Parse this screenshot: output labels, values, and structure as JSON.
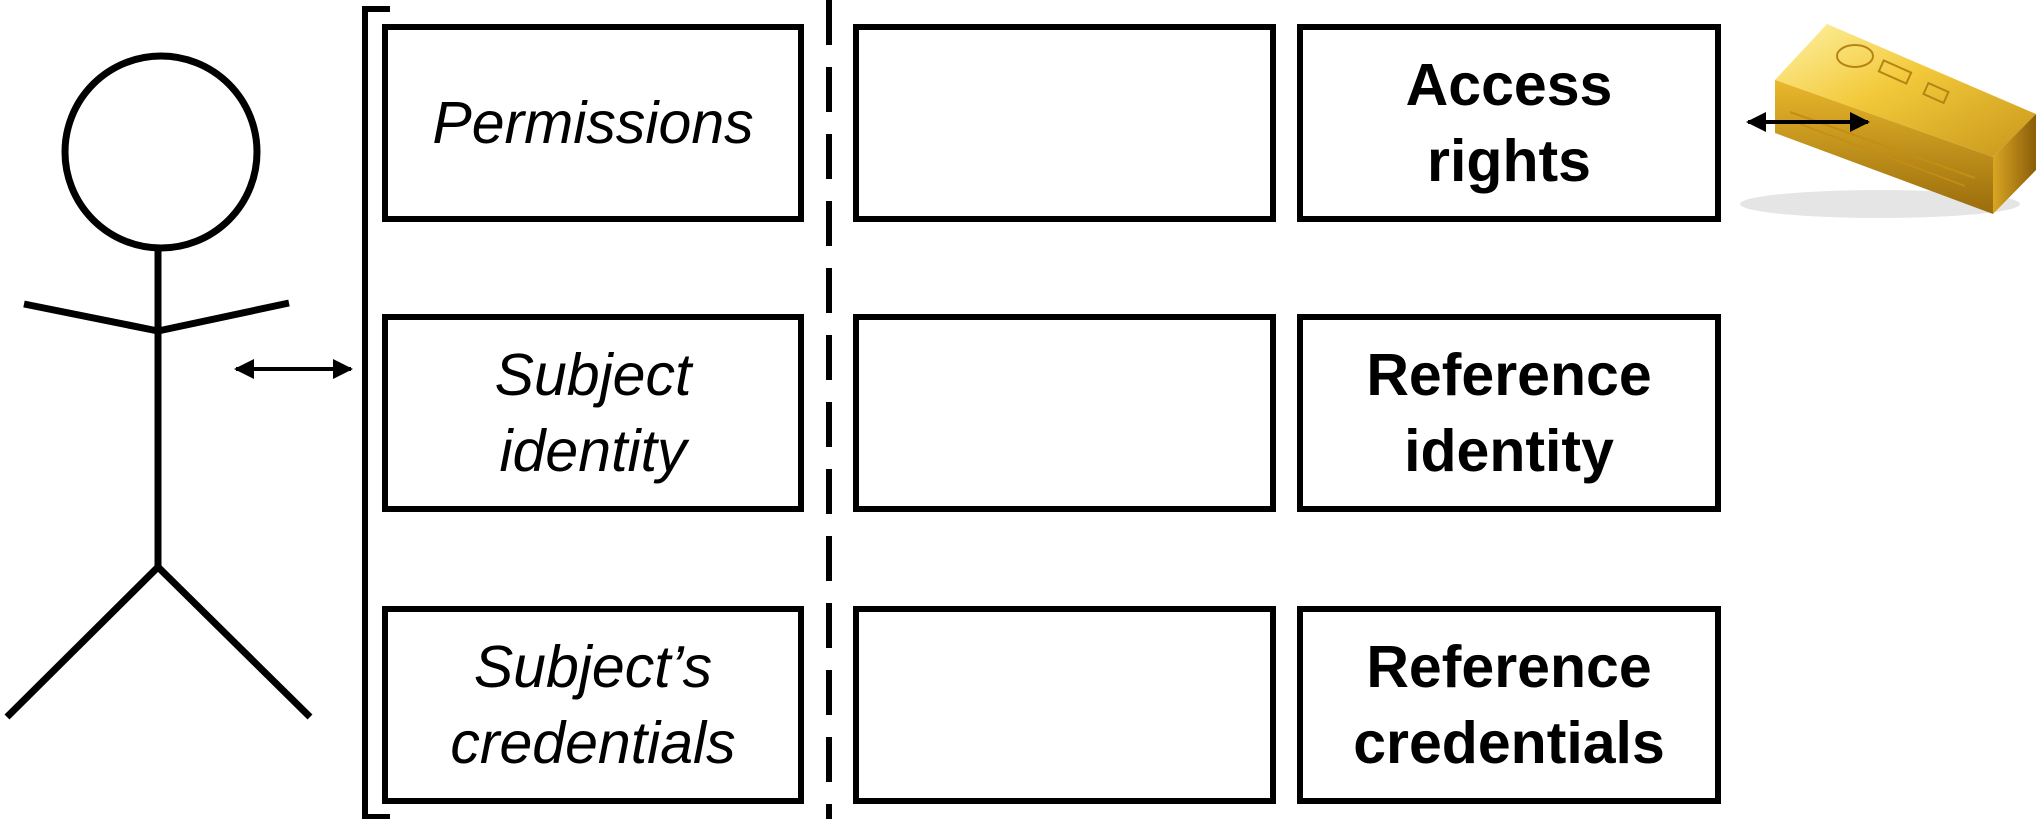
{
  "subject_side": {
    "permissions": [
      "Permissions"
    ],
    "identity": [
      "Subject",
      "identity"
    ],
    "credentials": [
      "Subject’s",
      "credentials"
    ]
  },
  "reference_side": {
    "access_rights": [
      "Access",
      "rights"
    ],
    "identity": [
      "Reference",
      "identity"
    ],
    "credentials": [
      "Reference",
      "credentials"
    ]
  },
  "icons": {
    "person": "stick-figure-icon",
    "asset": "gold-bar-icon",
    "arrow": "double-arrow-icon"
  },
  "colors": {
    "line": "#000000",
    "gold": "#d4a017"
  }
}
